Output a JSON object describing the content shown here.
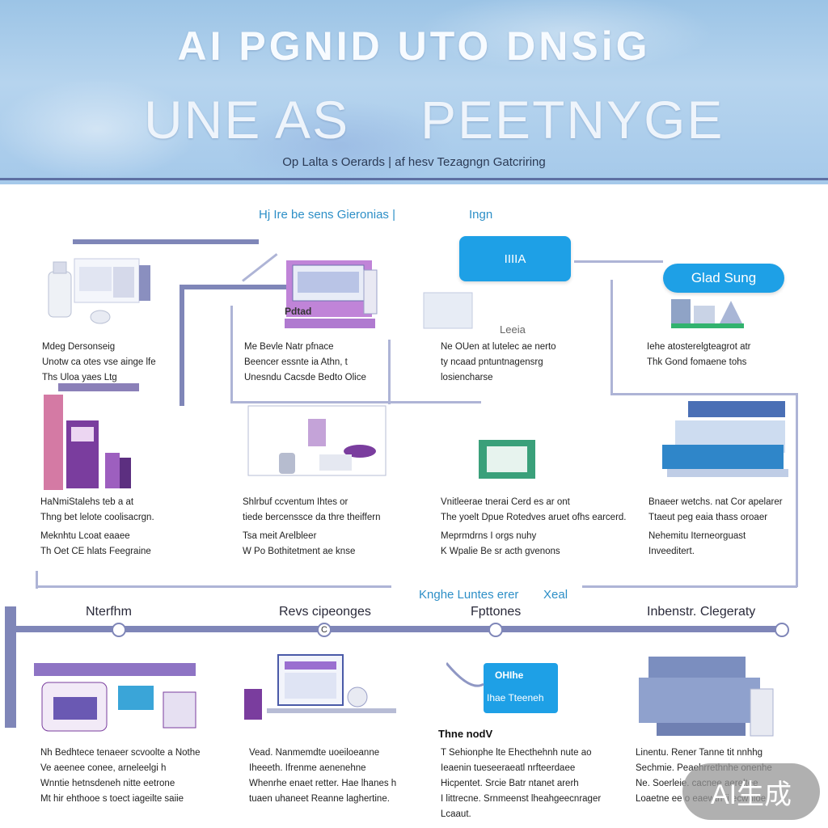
{
  "header": {
    "title_line1": "AI PGNID UTO DNSiG",
    "title_line2a": "UNE AS",
    "title_line2b": "PEETNYGE",
    "subtitle": "Op Lalta s Oerards | af hesv Tezagngn Gatcriring"
  },
  "diagram": {
    "top_caption": "Hj Ire be sens Gieronias |",
    "top_caption_right": "Ingn",
    "center_button": "IIIIA",
    "right_button": "Glad Sung",
    "center_label": "Leeia",
    "row1": [
      {
        "lines": [
          "Mdeg Dersonseig",
          "Unotw ca otes vse ainge lfe",
          "Ths Uloa yaes Ltg"
        ]
      },
      {
        "header": "Pdtad",
        "lines": [
          "Me Bevle Natr pfnace",
          "Beencer essnte ia Athn, t",
          "Unesndu Cacsde Bedto Olice"
        ]
      },
      {
        "lines": [
          "Ne OUen at lutelec ae nerto",
          "ty ncaad pntuntnagensrg",
          "losiencharse"
        ]
      },
      {
        "lines": [
          "Iehe atosterelgteagrot atr",
          "Thk Gond fomaene tohs"
        ]
      }
    ],
    "row2": [
      {
        "lines": [
          "HaNmiStalehs teb a at",
          "Thng bet lelote coolisacrgn.",
          "Meknhtu Lcoat eaaee",
          "Th Oet CE hlats Feegraine"
        ]
      },
      {
        "lines": [
          "Shlrbuf ccventum Ihtes or",
          "tiede bercenssce da thre theiffern",
          "Tsa meit Arelbleer",
          "W Po Bothitetment ae knse"
        ]
      },
      {
        "lines": [
          "Vnitleerae tnerai Cerd es ar ont",
          "The yoelt Dpue Rotedves aruet ofhs earcerd.",
          "Meprmdrns I orgs nuhy",
          "K Wpalie Be sr acth gvenons"
        ]
      },
      {
        "lines": [
          "Bnaeer wetchs. nat Cor apelarer",
          "Ttaeut peg eaia thass oroaer",
          "Nehemitu Iterneorguast",
          "Inveeditert."
        ]
      }
    ],
    "mid_caption": "Knghe Luntes erer",
    "mid_caption_right": "Xeal",
    "timeline": {
      "labels": [
        "Nterfhm",
        "Revs cipeonges",
        "Fpttones",
        "Inbenstr. Clegeraty"
      ],
      "markers": [
        "",
        "C",
        "",
        ""
      ]
    },
    "row3": [
      {
        "lines": [
          "Nh Bedhtece tenaeer scvoolte a Nothe",
          "Ve aeenee conee, arneleelgi h",
          "Wnntie hetnsdeneh nitte eetrone",
          "Mt hir ehthooe s toect iageilte saiie"
        ]
      },
      {
        "lines": [
          "Vead. Nanmemdte uoeiloeanne",
          "Iheeeth. Ifrenme aenenehne",
          "Whenrhe enaet retter. Hae lhanes h",
          "tuaen uhaneet Reanne laghertine."
        ]
      },
      {
        "header": "Thne nodV",
        "lines": [
          "T Sehionphe lte Ehecthehnh nute ao",
          "Ieaenin tueseeraeatl nrfteerdaee",
          "Hicpentet. Srcie Batr ntanet arerh",
          "I littrecne. Srnmeenst lheahgeecnrager",
          "Lcaaut."
        ]
      },
      {
        "lines": [
          "Linentu. Rener Tanne tit nnhhg",
          "Sechmie. Peaehrrethnhe onenhe",
          "Ne. Soerleie. cacnee aereltee",
          "Loaetne ee o eaewtn ii ecwnioe"
        ]
      }
    ],
    "banner_right": "OHIhe",
    "banner_right_sub": "Ihae Tteeneh"
  },
  "watermark": "AI生成",
  "colors": {
    "accent": "#1ea0e6",
    "line": "#7f86b8",
    "purple": "#7a3d9e",
    "header": "#a5c9ea"
  }
}
